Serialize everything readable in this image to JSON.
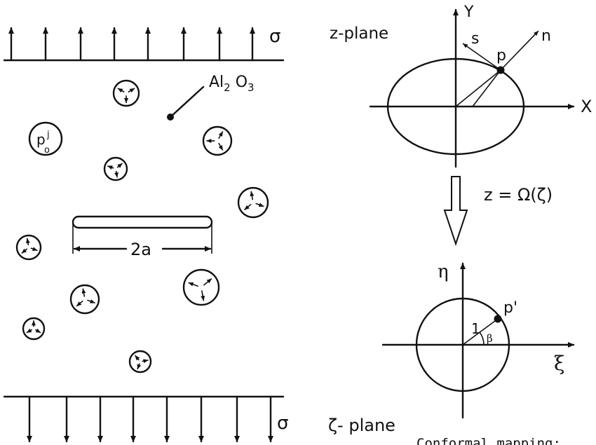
{
  "left_panel": {
    "stress_top": "σ",
    "stress_bottom": "σ",
    "particle_label": "Al",
    "particle_sub1": "2",
    "particle_mid": " O",
    "particle_sub2": "3",
    "pressure_base": "p",
    "pressure_sup": "j",
    "pressure_sub": "o",
    "crack_length": "2a"
  },
  "z_plane": {
    "title": "z-plane",
    "axis_x": "X",
    "axis_y": "Y",
    "point": "p",
    "tangent": "s",
    "normal": "n"
  },
  "mapping": {
    "equation": "z = Ω(ζ)"
  },
  "zeta_plane": {
    "title": "ζ- plane",
    "axis_x": "ξ",
    "axis_y": "η",
    "point": "p'",
    "radius": "1",
    "angle": "β"
  },
  "caption_fragment": "Conformal mapping;"
}
